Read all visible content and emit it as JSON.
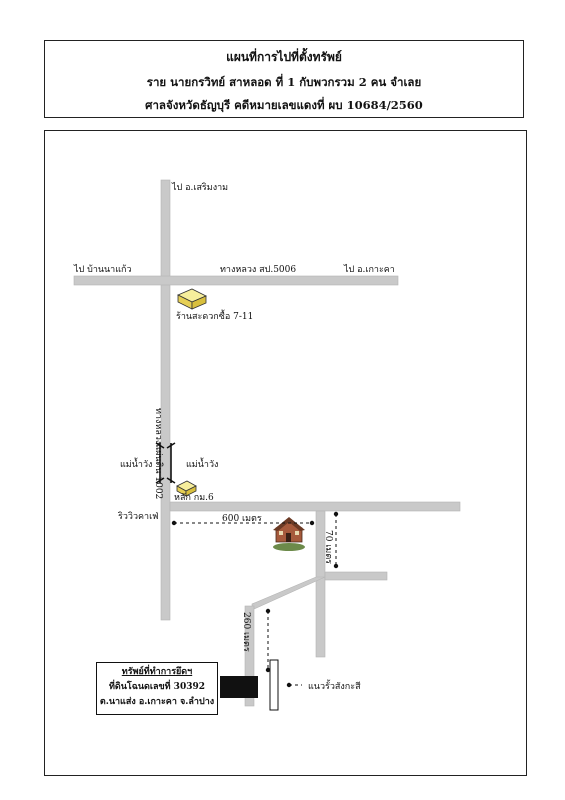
{
  "header": {
    "line1": "แผนที่การไปที่ตั้งทรัพย์",
    "line2": "ราย นายกรวิทย์  สาหลอด  ที่ 1 กับพวกรวม 2 คน  จำเลย",
    "line3": "ศาลจังหวัดธัญบุรี   คดีหมายเลขแดงที่ ผบ 10684/2560"
  },
  "map": {
    "labels": {
      "to_soem_ngam": "ไป อ.เสริมงาม",
      "to_ban_na_kaeo": "ไป บ้านนาแก้ว",
      "highway_5006": "ทางหลวง สป.5006",
      "to_ko_kha": "ไป อ.เกาะคา",
      "store_711": "ร้านสะดวกซื้อ 7-11",
      "highway_1002": "ทางหลวงแผ่นดิน 1002",
      "river_left": "แม่น้ำวัง",
      "river_right": "แม่น้ำวัง",
      "km_post": "หลัก กม.6",
      "riverview_cafe": "ริววิวคาเฟ่",
      "dist_600": "600 เมตร",
      "dist_70": "70 เมตร",
      "dist_260": "260 เมตร",
      "zinc_fence": "แนวรั้วสังกะสี"
    },
    "property_box": {
      "title": "ทรัพย์ที่ทำการยึดฯ",
      "deed": "ที่ดินโฉนดเลขที่  30392",
      "location": "ต.นาแส่ง อ.เกาะคา  จ.ลำปาง"
    },
    "colors": {
      "road": "#c9c9c9",
      "building_yellow": "#f2e38a",
      "property_block": "#111111"
    }
  }
}
